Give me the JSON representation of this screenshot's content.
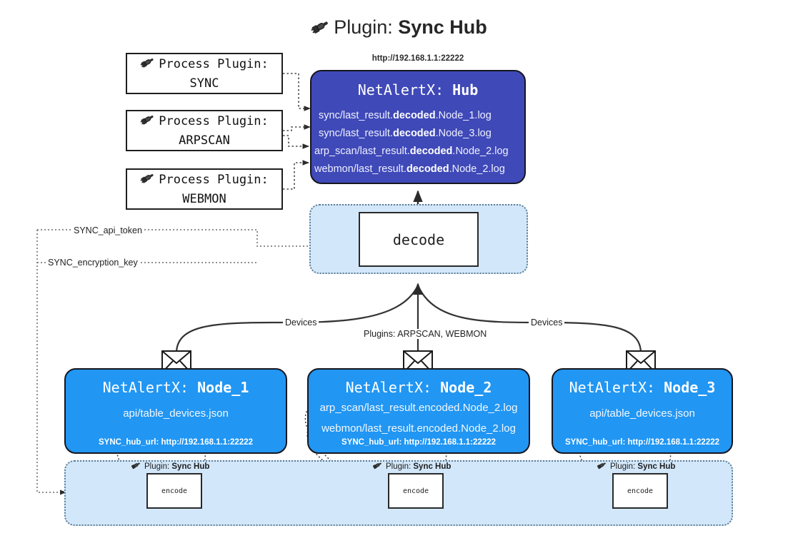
{
  "header": {
    "icon": "plug-icon",
    "prefix": "Plugin:",
    "name": "Sync Hub"
  },
  "process_plugins": [
    {
      "icon": "plug-icon",
      "line1": "Process Plugin:",
      "line2": "SYNC"
    },
    {
      "icon": "plug-icon",
      "line1": "Process Plugin:",
      "line2": "ARPSCAN"
    },
    {
      "icon": "plug-icon",
      "line1": "Process Plugin:",
      "line2": "WEBMON"
    }
  ],
  "hub": {
    "url": "http://192.168.1.1:22222",
    "title_prefix": "NetAlertX:",
    "title_name": "Hub",
    "logs": [
      {
        "pre": "sync/last_result.",
        "mid": "decoded",
        "post": ".Node_1.log"
      },
      {
        "pre": "sync/last_result.",
        "mid": "decoded",
        "post": ".Node_3.log"
      },
      {
        "pre": "arp_scan/last_result.",
        "mid": "decoded",
        "post": ".Node_2.log"
      },
      {
        "pre": "webmon/last_result.",
        "mid": "decoded",
        "post": ".Node_2.log"
      }
    ]
  },
  "decode": {
    "label": "decode"
  },
  "secrets": [
    {
      "label": "SYNC_api_token"
    },
    {
      "label": "SYNC_encryption_key"
    }
  ],
  "wire_labels": {
    "devices_left": "Devices",
    "plugins_center": "Plugins: ARPSCAN, WEBMON",
    "devices_right": "Devices"
  },
  "nodes": [
    {
      "icon": "envelope-icon",
      "title_prefix": "NetAlertX:",
      "title_name": "Node_1",
      "lines": [
        "api/table_devices.json"
      ],
      "footer": "SYNC_hub_url: http://192.168.1.1:22222"
    },
    {
      "icon": "envelope-icon",
      "title_prefix": "NetAlertX:",
      "title_name": "Node_2",
      "lines": [
        "arp_scan/last_result.encoded.Node_2.log",
        "webmon/last_result.encoded.Node_2.log"
      ],
      "footer": "SYNC_hub_url: http://192.168.1.1:22222"
    },
    {
      "icon": "envelope-icon",
      "title_prefix": "NetAlertX:",
      "title_name": "Node_3",
      "lines": [
        "api/table_devices.json"
      ],
      "footer": "SYNC_hub_url: http://192.168.1.1:22222"
    }
  ],
  "encoders": [
    {
      "icon": "plug-icon",
      "caption_prefix": "Plugin:",
      "caption_name": "Sync Hub",
      "label": "encode"
    },
    {
      "icon": "plug-icon",
      "caption_prefix": "Plugin:",
      "caption_name": "Sync Hub",
      "label": "encode"
    },
    {
      "icon": "plug-icon",
      "caption_prefix": "Plugin:",
      "caption_name": "Sync Hub",
      "label": "encode"
    }
  ],
  "colors": {
    "hub_fill": "#3f49b8",
    "node_fill": "#2196f3",
    "group_fill": "#d3e7fa",
    "group_border": "#5a7d96",
    "stroke": "#16161e"
  }
}
